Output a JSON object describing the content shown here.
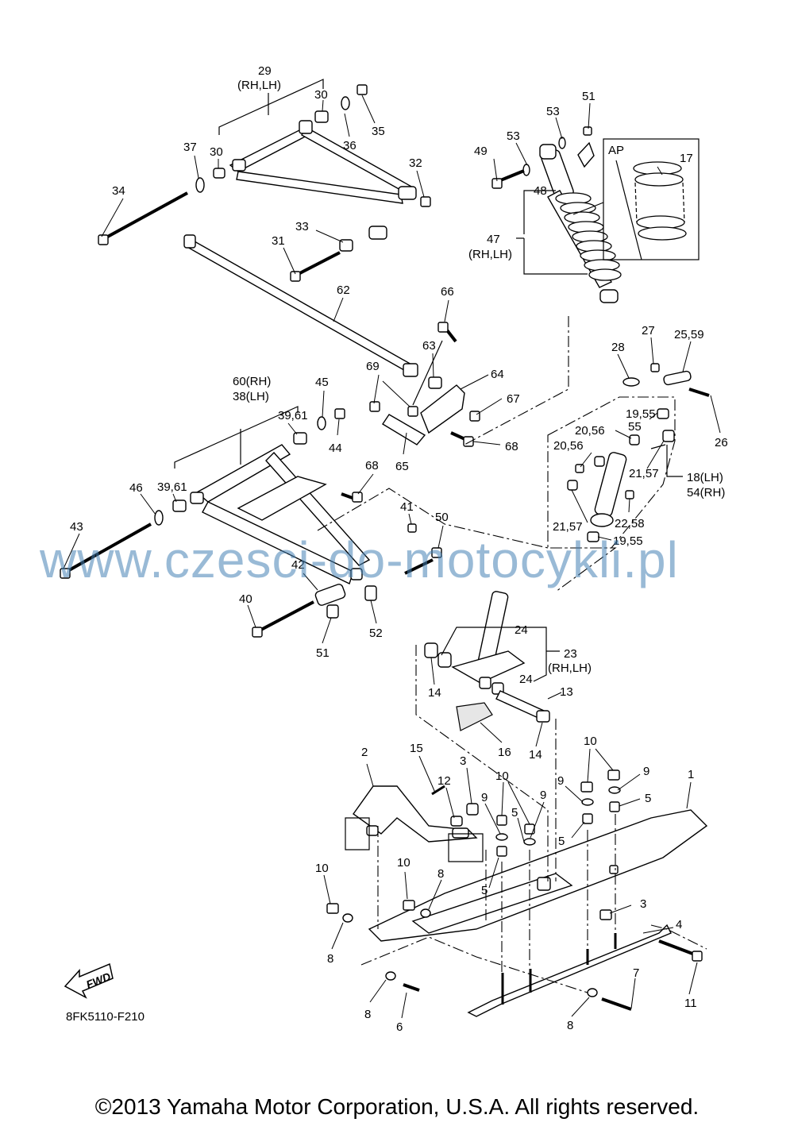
{
  "labels": {
    "l29": "29",
    "l29s": "(RH,LH)",
    "l30a": "30",
    "l30b": "30",
    "l35": "35",
    "l36": "36",
    "l37": "37",
    "l32": "32",
    "l34": "34",
    "l33": "33",
    "l31": "31",
    "l53a": "53",
    "l51a": "51",
    "l53b": "53",
    "l49": "49",
    "l48": "48",
    "l47": "47",
    "l47s": "(RH,LH)",
    "lAP": "AP",
    "l17": "17",
    "l62": "62",
    "l66": "66",
    "l63": "63",
    "l64": "64",
    "l67": "67",
    "l68a": "68",
    "l69": "69",
    "l65": "65",
    "l60": "60(RH)",
    "l38": "38(LH)",
    "l45": "45",
    "l3961a": "39,61",
    "l44": "44",
    "l68b": "68",
    "l46": "46",
    "l3961b": "39,61",
    "l43": "43",
    "l41": "41",
    "l50": "50",
    "l42": "42",
    "l40": "40",
    "l51b": "51",
    "l52": "52",
    "l27": "27",
    "l2559": "25,59",
    "l28": "28",
    "l1955a": "19,55",
    "l2056a": "20,56",
    "l55": "55",
    "l2056b": "20,56",
    "l2157a": "21,57",
    "l18": "18(LH)",
    "l54": "54(RH)",
    "l26": "26",
    "l2157b": "21,57",
    "l2258": "22,58",
    "l1955b": "19,55",
    "l24a": "24",
    "l23": "23",
    "l23s": "(RH,LH)",
    "l24b": "24",
    "l13": "13",
    "l14a": "14",
    "l16": "16",
    "l14b": "14",
    "l2": "2",
    "l15": "15",
    "l12": "12",
    "l3a": "3",
    "l10a": "10",
    "l9a": "9",
    "l9b": "9",
    "l5a": "5",
    "l10b": "10",
    "l9c": "9",
    "l9d": "9",
    "l5b": "5",
    "l5c": "5",
    "l5d": "5",
    "l1": "1",
    "l10c": "10",
    "l10d": "10",
    "l8a": "8",
    "l3b": "3",
    "l4": "4",
    "l8b": "8",
    "l8c": "8",
    "l6": "6",
    "l7": "7",
    "l11": "11",
    "l8d": "8",
    "lFWD": "FWD"
  },
  "drawing_code": "8FK5110-F210",
  "watermark": "www.czesci-do-motocykli.pl",
  "copyright": "©2013 Yamaha Motor Corporation, U.S.A. All rights reserved."
}
